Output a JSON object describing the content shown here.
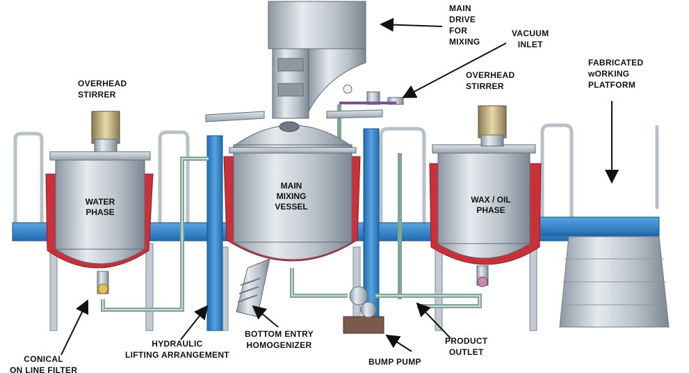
{
  "labels": {
    "main_drive": "MAIN\nDRIVE\nFOR\nMIXING",
    "vacuum_inlet": "VACUUM\nINLET",
    "overhead_stirrer_left": "OVERHEAD\nSTIRRER",
    "overhead_stirrer_right": "OVERHEAD\nSTIRRER",
    "fabricated_platform": "FABRICATED\nwORKING\nPLATFORM",
    "water_phase": "WATER\nPHASE",
    "main_mixing_vessel": "MAIN\nMIXING\nVESSEL",
    "wax_oil_phase": "WAX / OIL\nPHASE",
    "conical_filter": "CONICAL\nON LINE FILTER",
    "hydraulic_lifting": "HYDRAULIC\nLIFTING ARRANGEMENT",
    "bottom_entry_homogenizer": "BOTTOM ENTRY\nHOMOGENIZER",
    "bump_pump": "BUMP PUMP",
    "product_outlet": "PRODUCT\nOUTLET"
  },
  "colors": {
    "steel_light": "#d7dde3",
    "steel_mid": "#a9b3bd",
    "steel_dark": "#6f7b86",
    "frame_blue": "#2f80c9",
    "jacket_red": "#c8303a",
    "pipe_green": "#9fc2b2",
    "pump_brown": "#7b5a4d"
  }
}
